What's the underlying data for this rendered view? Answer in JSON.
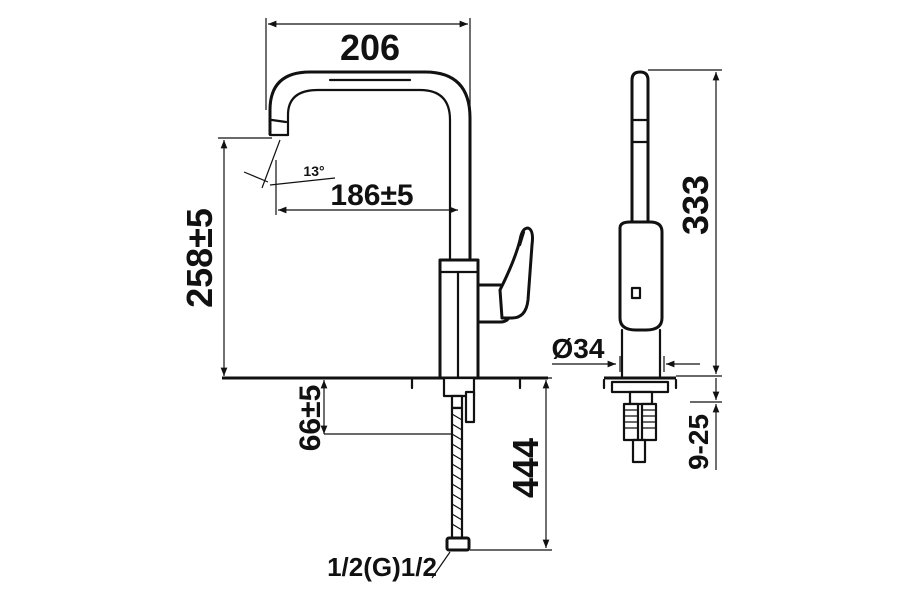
{
  "dimensions": {
    "overall_reach": "206",
    "spout_reach": "186±5",
    "spout_height": "258±5",
    "total_height": "333",
    "spout_angle": "13°",
    "base_diameter": "Ø34",
    "deck_thickness": "9-25",
    "shank_length": "66±5",
    "hose_length": "444",
    "connection_thread": "1/2(G)1/2"
  }
}
